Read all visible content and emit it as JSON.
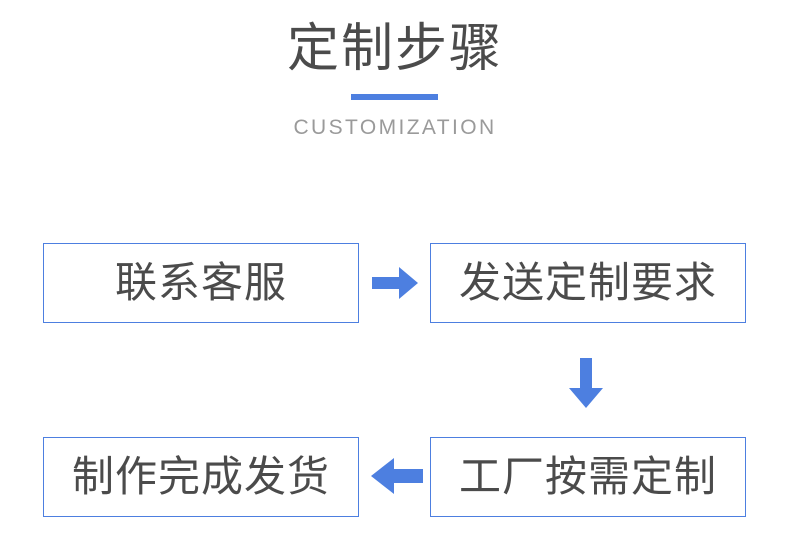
{
  "header": {
    "title_cn": "定制步骤",
    "title_en": "CUSTOMIZATION",
    "divider_color": "#4d7fe0",
    "title_color": "#4b4b4b",
    "subtitle_color": "#9a9a9a"
  },
  "flow": {
    "accent_color": "#4d7fe0",
    "box_border_color": "#4d7fe0",
    "box_text_color": "#4b4b4b",
    "steps": [
      {
        "id": "contact",
        "label": "联系客服"
      },
      {
        "id": "send",
        "label": "发送定制要求"
      },
      {
        "id": "factory",
        "label": "工厂按需定制"
      },
      {
        "id": "ship",
        "label": "制作完成发货"
      }
    ],
    "connectors": [
      {
        "id": "arrow-right",
        "icon": "arrow-right-icon",
        "direction": "right"
      },
      {
        "id": "arrow-down",
        "icon": "arrow-down-icon",
        "direction": "down"
      },
      {
        "id": "arrow-left",
        "icon": "arrow-left-icon",
        "direction": "left"
      }
    ]
  }
}
